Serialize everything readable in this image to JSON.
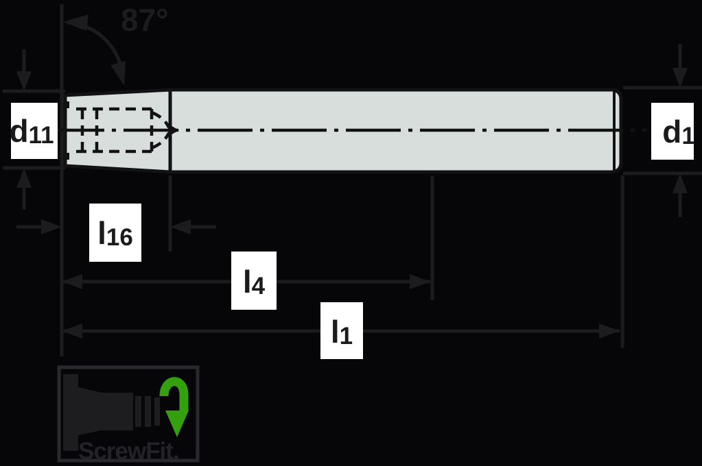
{
  "diagram": {
    "title": "tool-dimension-drawing",
    "angle_label": "87°",
    "labels": {
      "d11": {
        "base": "d",
        "sub": "11"
      },
      "d1": {
        "base": "d",
        "sub": "1"
      },
      "l16": {
        "base": "l",
        "sub": "16"
      },
      "l4": {
        "base": "l",
        "sub": "4"
      },
      "l1": {
        "base": "l",
        "sub": "1"
      }
    },
    "logo": {
      "brand": "ScrewFit."
    },
    "colors": {
      "background": "#060608",
      "line": "#1c1c1f",
      "tool_outline": "#121215",
      "tool_fill": "#d7dedb",
      "label_bg": "#ffffff",
      "label_text": "#1b1b1e",
      "green_arrow": "#34a00e",
      "logo_dark": "#1d1d20",
      "logo_text": "#232327"
    }
  }
}
